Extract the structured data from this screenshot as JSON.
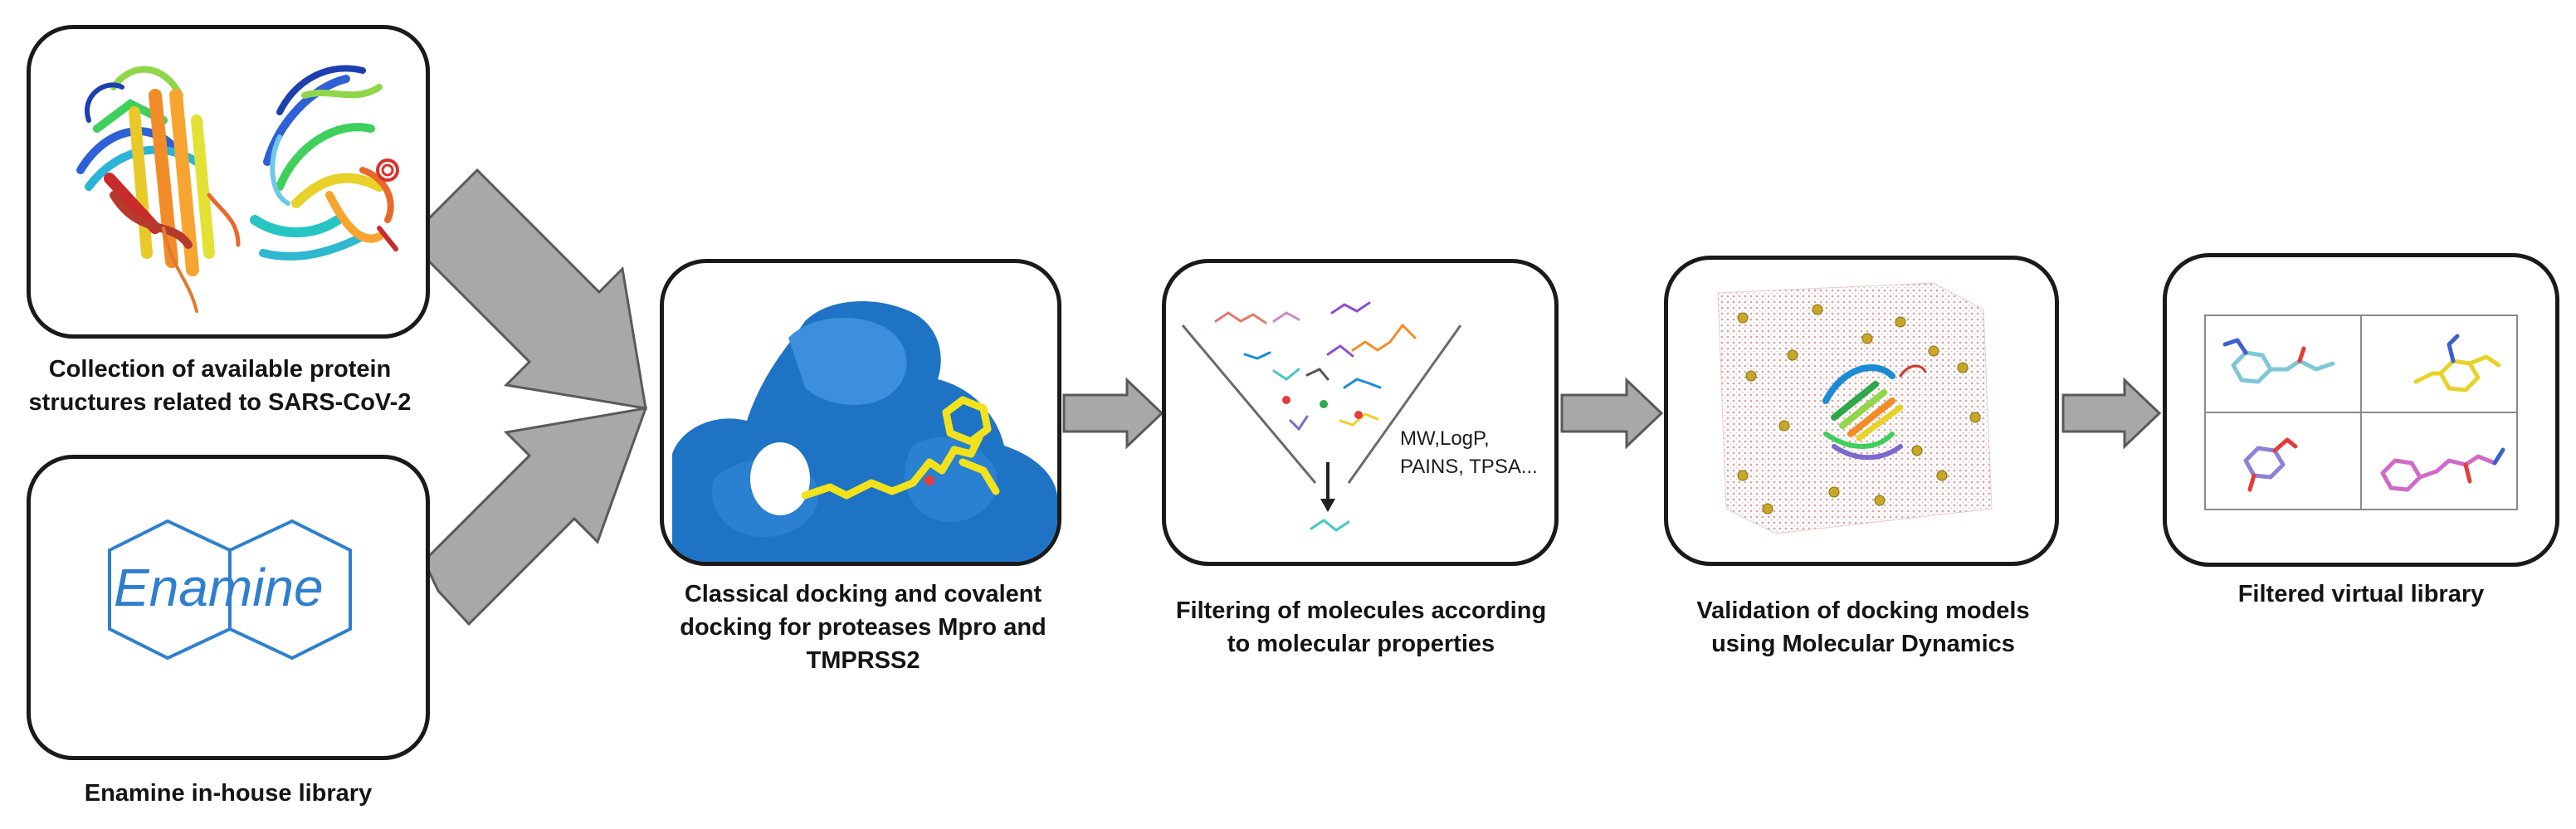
{
  "nodes": [
    {
      "id": "proteins",
      "caption": [
        "Collection of available protein",
        "structures related to SARS-CoV-2"
      ]
    },
    {
      "id": "enamine",
      "logo_text": "Enamine",
      "caption": [
        "Enamine in-house library"
      ]
    },
    {
      "id": "docking",
      "caption": [
        "Classical docking and covalent",
        "docking for proteases Mpro and",
        "TMPRSS2"
      ]
    },
    {
      "id": "filtering",
      "inset_text": [
        "MW,LogP,",
        "PAINS, TPSA..."
      ],
      "caption": [
        "Filtering of molecules according",
        "to molecular properties"
      ]
    },
    {
      "id": "md",
      "caption": [
        "Validation of docking models",
        "using Molecular Dynamics"
      ]
    },
    {
      "id": "library",
      "caption": [
        "Filtered virtual library"
      ]
    }
  ],
  "edges": [
    {
      "from": "proteins",
      "to": "docking"
    },
    {
      "from": "enamine",
      "to": "docking"
    },
    {
      "from": "docking",
      "to": "filtering"
    },
    {
      "from": "filtering",
      "to": "md"
    },
    {
      "from": "md",
      "to": "library"
    }
  ],
  "colors": {
    "border": "#1a1a1a",
    "arrow_fill": "#a8a8a8",
    "arrow_stroke": "#5a5a5a",
    "surface": "#1f73c4",
    "ligand": "#f2e21b",
    "enamine_blue": "#2f7fcf"
  }
}
